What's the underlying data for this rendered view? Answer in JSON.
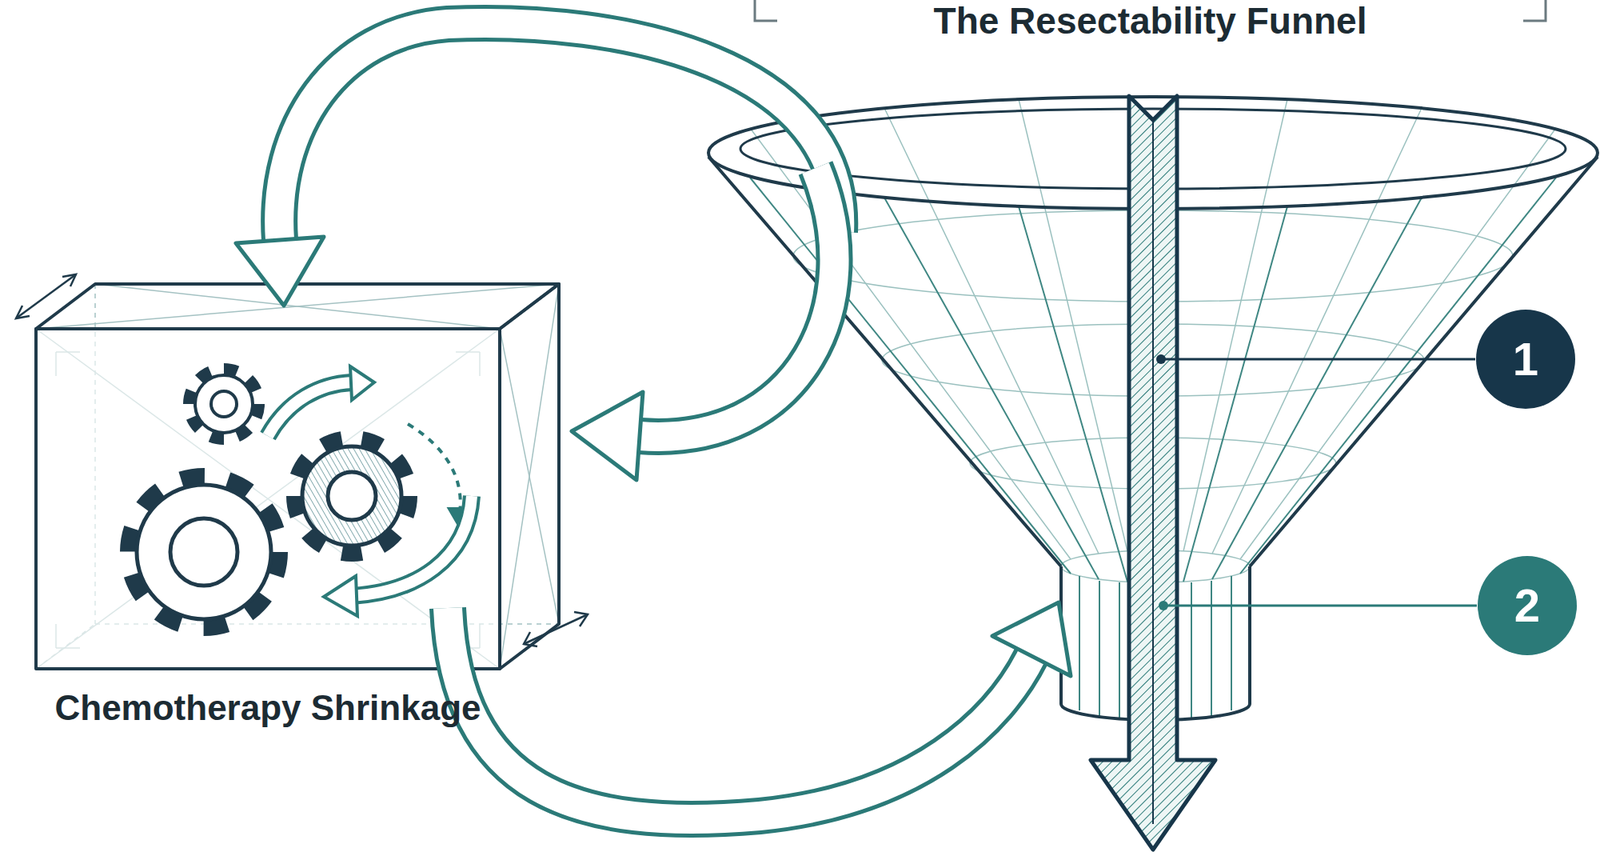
{
  "diagram": {
    "title": "The Resectability Funnel",
    "nodes": [
      {
        "text": [
          "Chemotherapy Shrinkage"
        ]
      }
    ],
    "labels": [
      "1",
      "2"
    ]
  }
}
